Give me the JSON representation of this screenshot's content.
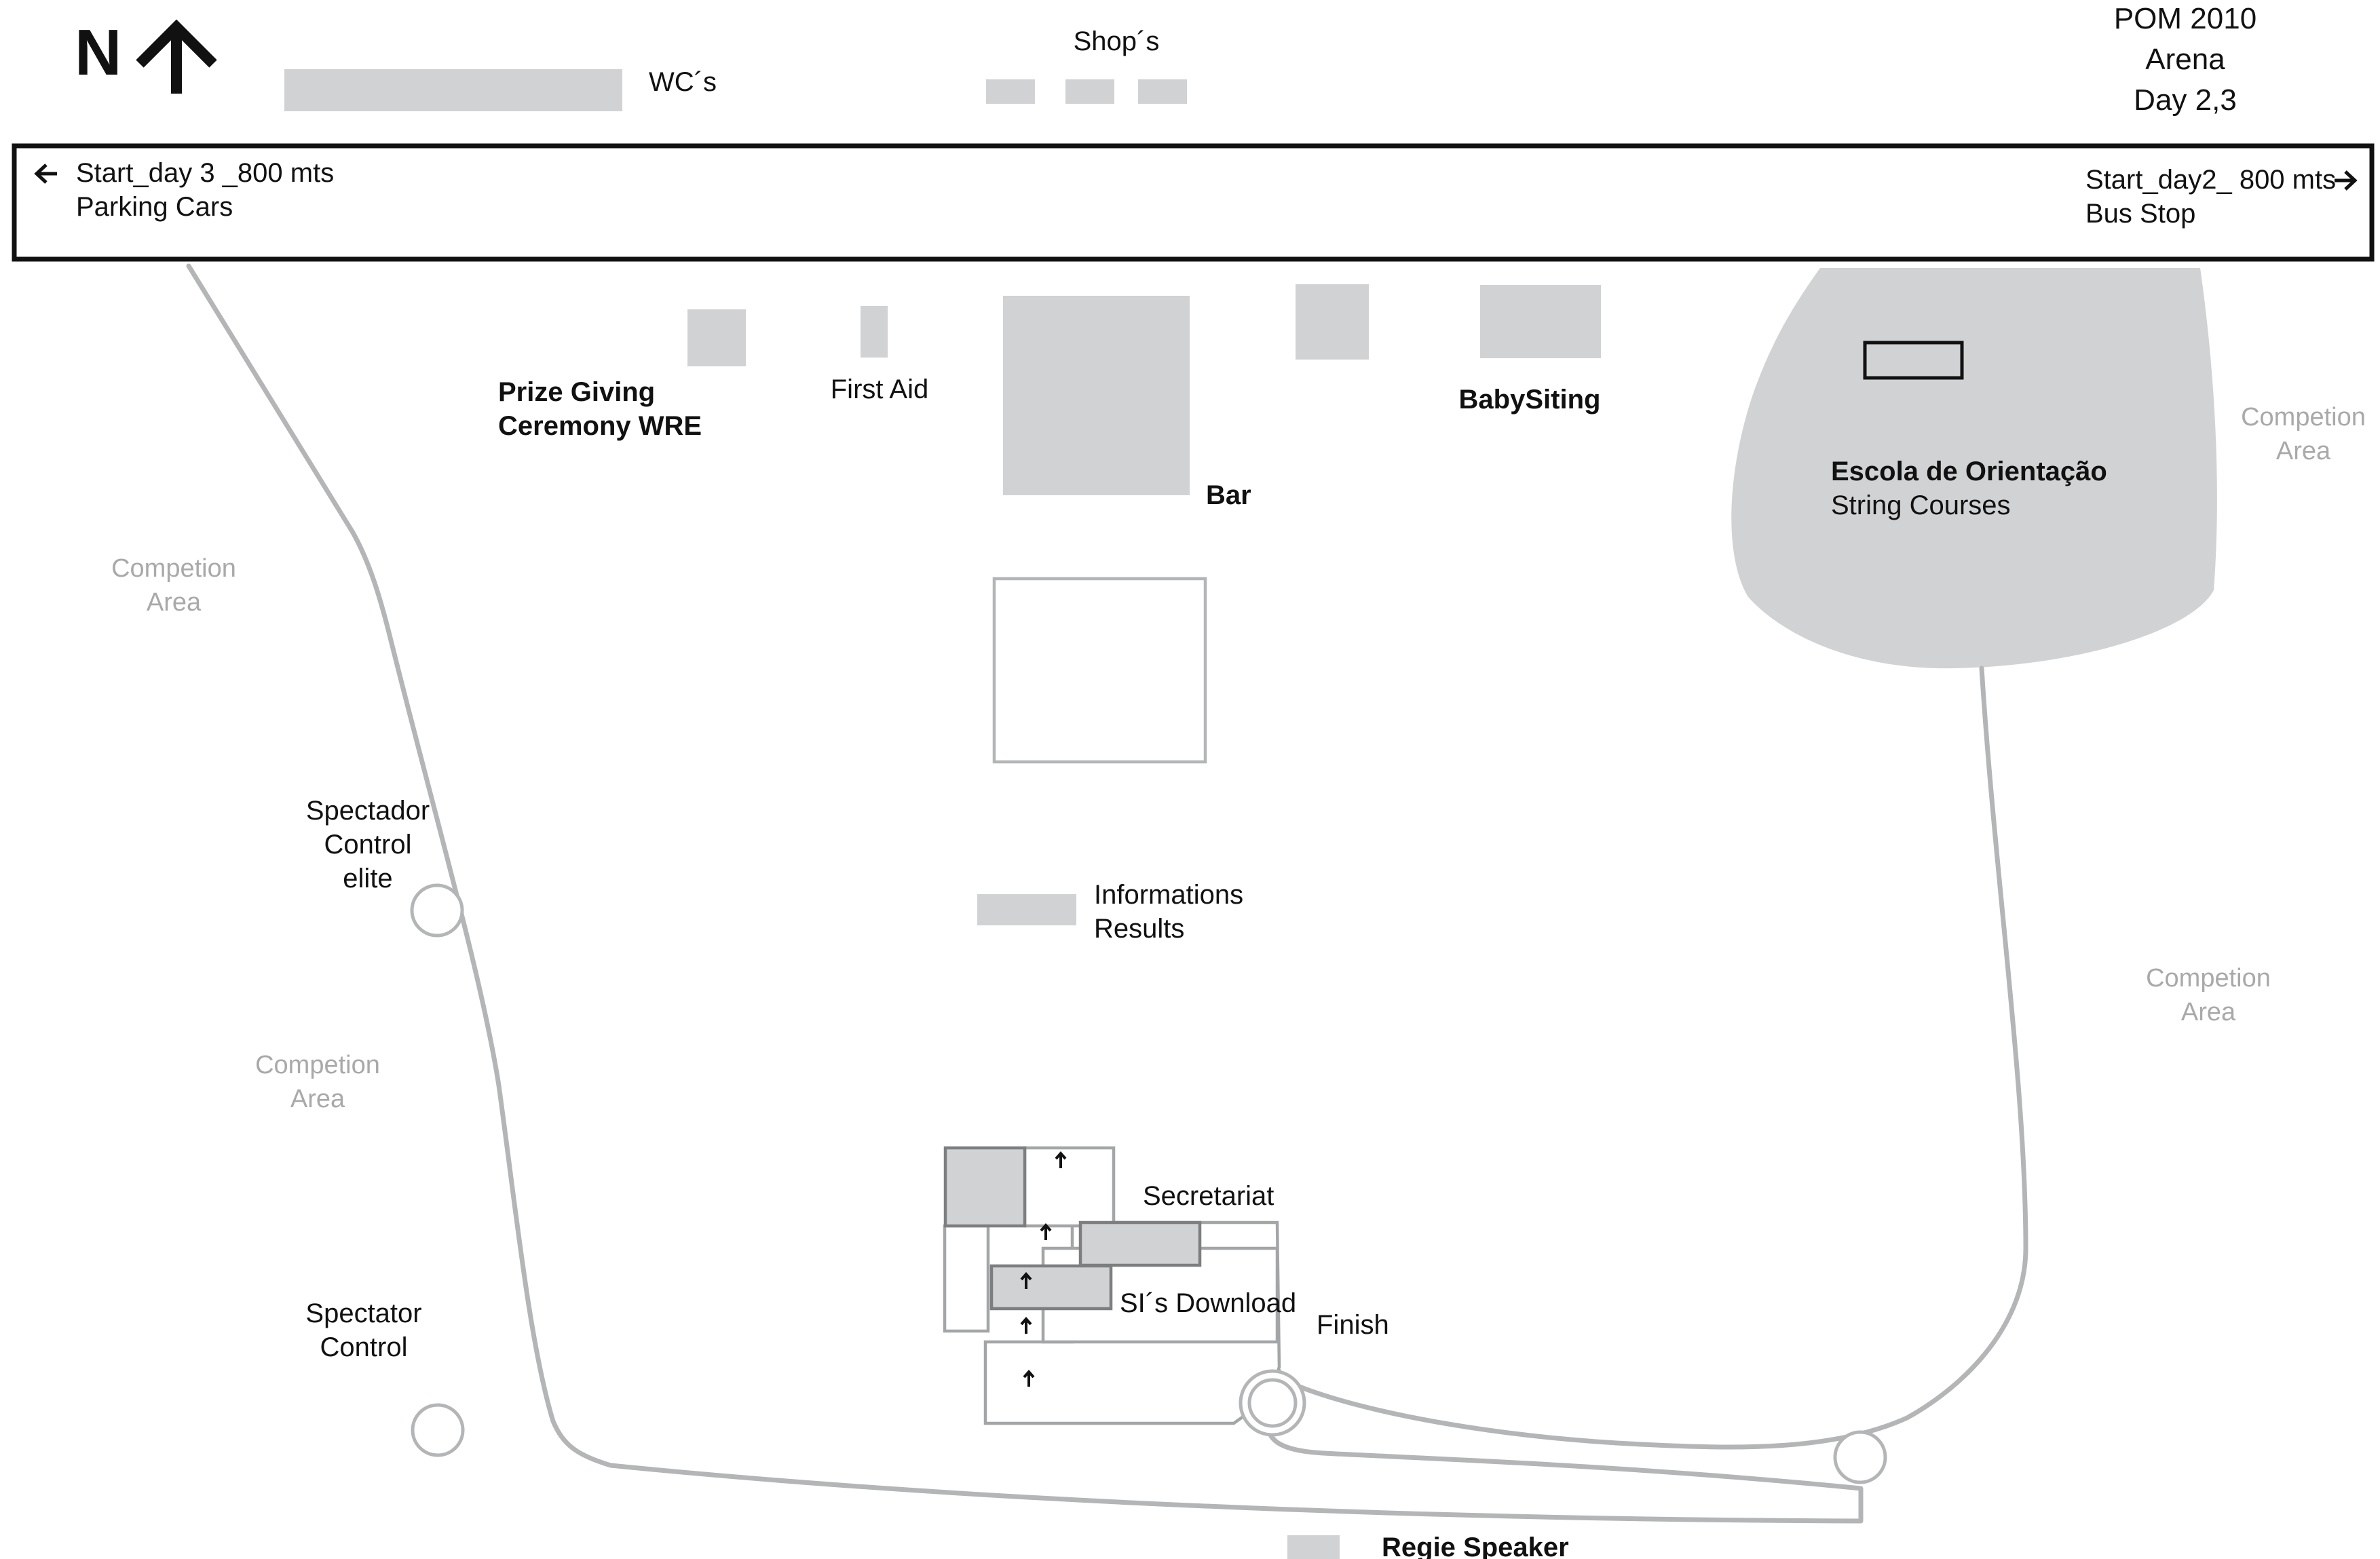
{
  "title": {
    "line1": "POM 2010",
    "line2": "Arena",
    "line3": "Day 2,3"
  },
  "north": {
    "letter": "N",
    "icon": "north-arrow-icon"
  },
  "road": {
    "left": {
      "line1": "Start_day 3 _800 mts",
      "line2": "Parking Cars",
      "icon": "arrow-left-icon"
    },
    "right": {
      "line1": "Start_day2_ 800 mts",
      "line2": "Bus Stop",
      "icon": "arrow-right-icon"
    }
  },
  "facilities": {
    "wc": "WC´s",
    "shops": "Shop´s",
    "prize_giving": {
      "line1": "Prize Giving",
      "line2": "Ceremony WRE"
    },
    "first_aid": "First Aid",
    "bar": "Bar",
    "babysitting": "BabySiting",
    "escola": {
      "line1": "Escola de Orientação",
      "line2": "String Courses"
    },
    "informations": {
      "line1": "Informations",
      "line2": "Results"
    },
    "secretariat": "Secretariat",
    "si_download": "SI´s Download",
    "finish": "Finish",
    "regie_speaker": "Regie Speaker"
  },
  "controls": {
    "elite": {
      "line1": "Spectador",
      "line2": "Control",
      "line3": "elite"
    },
    "spectator": {
      "line1": "Spectator",
      "line2": "Control"
    }
  },
  "competition_areas": [
    {
      "line1": "Competion",
      "line2": "Area"
    },
    {
      "line1": "Competion",
      "line2": "Area"
    },
    {
      "line1": "Competion",
      "line2": "Area"
    },
    {
      "line1": "Competion",
      "line2": "Area"
    }
  ],
  "colors": {
    "facility_fill": "#d1d2d4",
    "route_line": "#b4b5b7",
    "road_border": "#111111",
    "area_label": "#a9a9a9"
  }
}
